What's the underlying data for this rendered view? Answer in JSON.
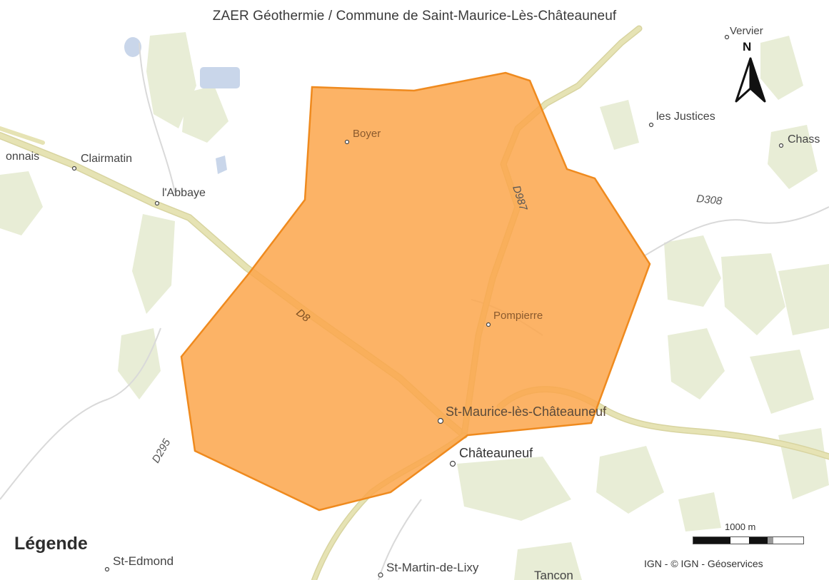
{
  "map": {
    "title": "ZAER Géothermie / Commune de Saint-Maurice-Lès-Châteauneuf",
    "north_label": "N",
    "legend_title": "Légende",
    "scale_label": "1000 m",
    "attribution": "IGN - © IGN - Géoservices",
    "colors": {
      "zone_fill": "#fba64b",
      "zone_stroke": "#ef8a1e",
      "road": "#e6e3b4",
      "road_casing": "#d8d4a0",
      "forest": "#e8edd6",
      "water": "#c9d6ea",
      "label": "#444444"
    },
    "places": {
      "vervier": "Vervier",
      "les_justices": "les Justices",
      "chass": "Chass",
      "onnais": "onnais",
      "clairmatin": "Clairmatin",
      "labbaye": "l'Abbaye",
      "boyer": "Boyer",
      "pompierre": "Pompierre",
      "st_maurice": "St-Maurice-lès-Châteauneuf",
      "chateauneuf": "Châteauneuf",
      "st_edmond": "St-Edmond",
      "st_martin": "St-Martin-de-Lixy",
      "tancon": "Tancon"
    },
    "roads": {
      "d987": "D987",
      "d308": "D308",
      "d8": "D8",
      "d295": "D295"
    }
  }
}
